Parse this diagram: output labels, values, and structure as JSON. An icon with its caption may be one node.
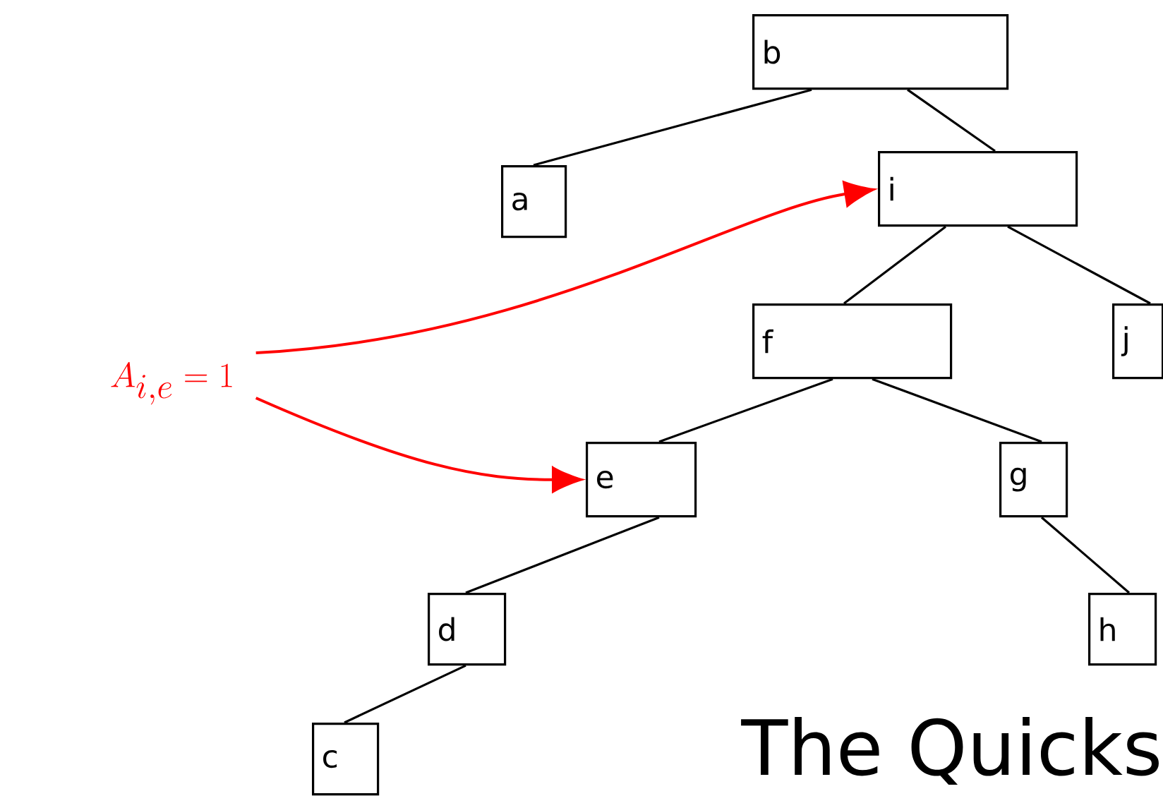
{
  "diagram": {
    "nodes": [
      {
        "text": [
          "b"
        ]
      },
      {
        "text": [
          "a"
        ]
      },
      {
        "text": [
          "i"
        ]
      },
      {
        "text": [
          "f"
        ]
      },
      {
        "text": [
          "j"
        ]
      },
      {
        "text": [
          "A_{i,e} = 1"
        ]
      },
      {
        "text": [
          "e"
        ]
      },
      {
        "text": [
          "g"
        ]
      },
      {
        "text": [
          "d"
        ]
      },
      {
        "text": [
          "h"
        ]
      },
      {
        "text": [
          "c"
        ]
      }
    ],
    "edges": [
      {
        "from": 0,
        "to": 1,
        "arrow": "none"
      },
      {
        "from": 0,
        "to": 2,
        "arrow": "none"
      },
      {
        "from": 2,
        "to": 3,
        "arrow": "none"
      },
      {
        "from": 2,
        "to": 4,
        "arrow": "none"
      },
      {
        "from": 3,
        "to": 6,
        "arrow": "none"
      },
      {
        "from": 3,
        "to": 7,
        "arrow": "none"
      },
      {
        "from": 6,
        "to": 8,
        "arrow": "none"
      },
      {
        "from": 7,
        "to": 9,
        "arrow": "none"
      },
      {
        "from": 8,
        "to": 10,
        "arrow": "none"
      },
      {
        "from": 5,
        "to": 2,
        "arrow": "to",
        "color": "#ff0000"
      },
      {
        "from": 5,
        "to": 6,
        "arrow": "to",
        "color": "#ff0000"
      }
    ],
    "labels": [
      "The Quicks"
    ]
  }
}
